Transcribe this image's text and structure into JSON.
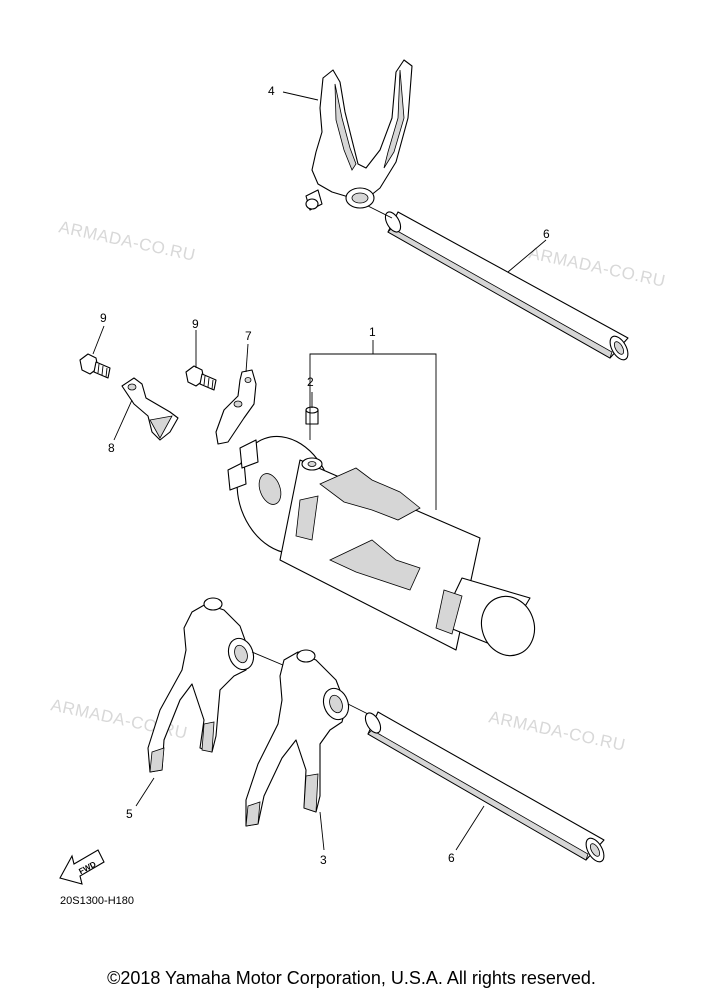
{
  "watermarks": [
    "ARMADA-CO.RU",
    "ARMADA-CO.RU",
    "ARMADA-CO.RU",
    "ARMADA-CO.RU",
    "ARMADA-CO.RU"
  ],
  "callouts": {
    "c1": "1",
    "c2": "2",
    "c3": "3",
    "c4": "4",
    "c5": "5",
    "c6a": "6",
    "c6b": "6",
    "c7": "7",
    "c8": "8",
    "c9a": "9",
    "c9b": "9"
  },
  "fwd_label": "FWD",
  "drawing_code": "20S1300-H180",
  "copyright": "©2018 Yamaha Motor Corporation, U.S.A. All rights reserved."
}
